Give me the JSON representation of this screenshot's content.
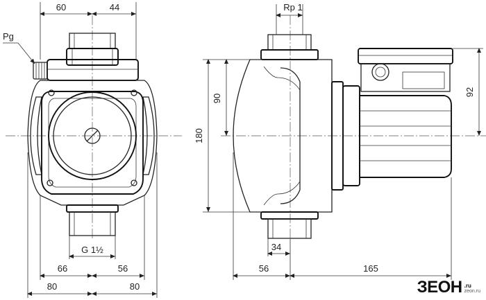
{
  "front_view": {
    "dims": {
      "top_left": "60",
      "top_right": "44",
      "pg": "Pg",
      "thread_bottom": "G 1½",
      "bottom_left_inner": "66",
      "bottom_right_inner": "56",
      "bottom_left_outer": "80",
      "bottom_right_outer": "80"
    }
  },
  "side_view": {
    "dims": {
      "thread_top": "Rp 1",
      "height_half": "90",
      "height_total": "180",
      "height_motor": "92",
      "port_offset": "34",
      "left_offset": "56",
      "motor_length": "165"
    }
  },
  "brand": {
    "logo": "ЗЕОН",
    "domain": ".ru",
    "sub": "zeon.ru"
  }
}
